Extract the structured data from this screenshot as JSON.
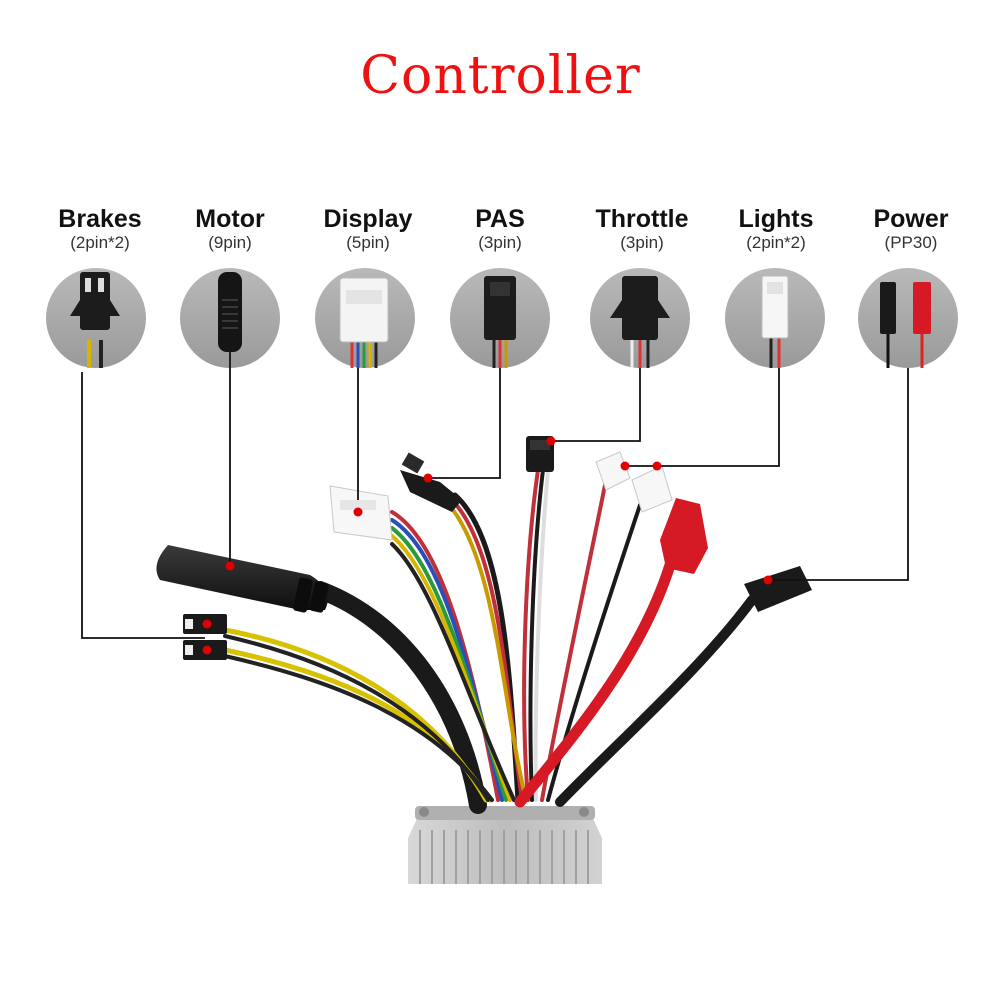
{
  "title": "Controller",
  "connectors": [
    {
      "name": "Brakes",
      "spec": "(2pin*2)"
    },
    {
      "name": "Motor",
      "spec": "(9pin)"
    },
    {
      "name": "Display",
      "spec": "(5pin)"
    },
    {
      "name": "PAS",
      "spec": "(3pin)"
    },
    {
      "name": "Throttle",
      "spec": "(3pin)"
    },
    {
      "name": "Lights",
      "spec": "(2pin*2)"
    },
    {
      "name": "Power",
      "spec": "(PP30)"
    }
  ],
  "colors": {
    "title": "#ee1111",
    "marker": "#e00000",
    "leader_line": "#111111",
    "icon_circle": "#a9a9a9",
    "housing": "#c9c9c9"
  }
}
